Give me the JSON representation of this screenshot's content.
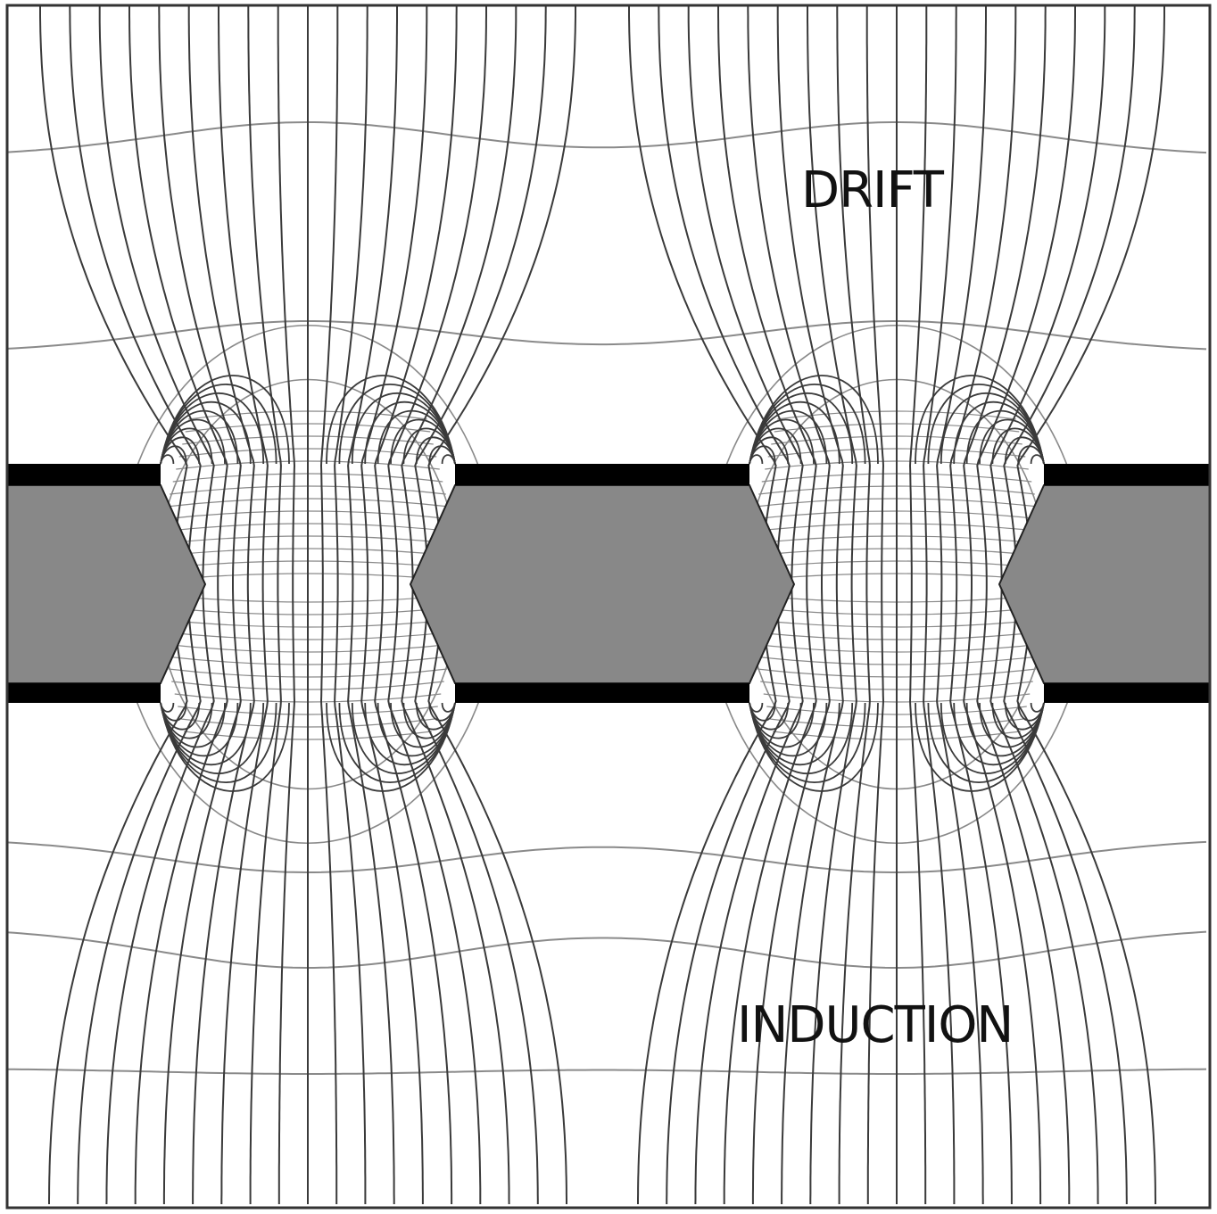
{
  "labels": {
    "top_region": "DRIFT",
    "bottom_region": "INDUCTION"
  },
  "colors": {
    "background": "#ffffff",
    "frame": "#333333",
    "field_line": "#3a3a3a",
    "equipotential": "#8a8a8a",
    "electrode": "#000000",
    "insulator": "#888888"
  },
  "diagram": {
    "hole_count": 2,
    "electrode_layers": [
      "top",
      "bottom"
    ],
    "pattern": "double-conical"
  }
}
